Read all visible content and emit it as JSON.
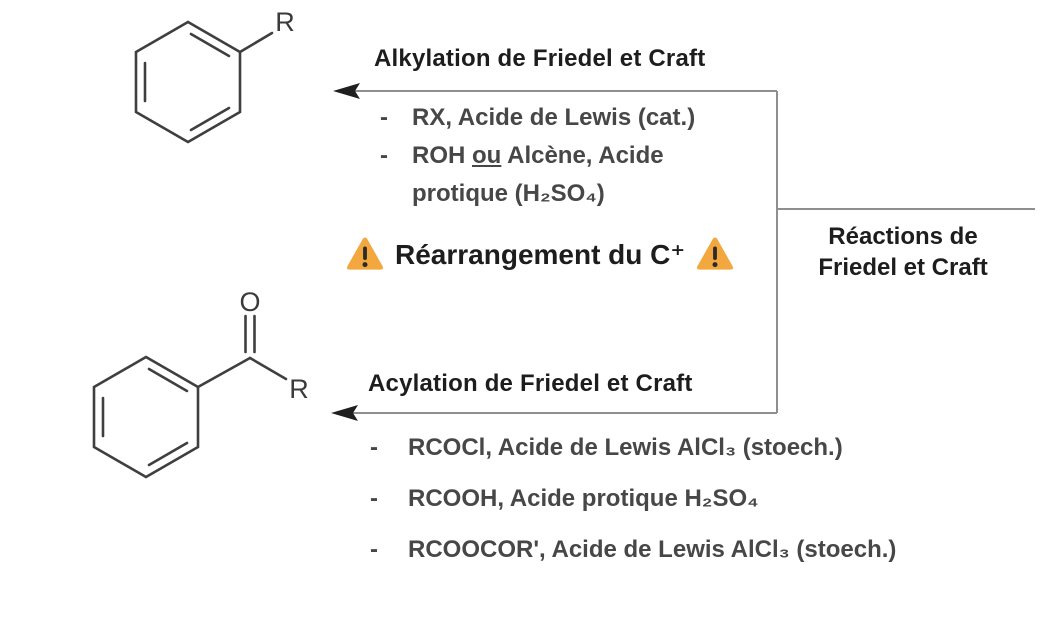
{
  "colors": {
    "bond": "#3f3f3f",
    "line_gray": "#8f8f8f",
    "arrow_black": "#1f1f1f",
    "atom_label": "#3a3a3a",
    "warning_fill": "#f2a73f",
    "warning_mark": "#2b2b2b"
  },
  "molecules": {
    "alkyl_product": {
      "substituent_label": "R"
    },
    "acyl_product": {
      "oxygen_label": "O",
      "substituent_label": "R"
    }
  },
  "alkylation": {
    "title": "Alkylation de Friedel et Craft",
    "marker": "-",
    "line1": "RX, Acide de Lewis (cat.)",
    "line2": {
      "pre": "ROH ",
      "underlined": "ou",
      "post": " Alcène, Acide"
    },
    "line3": "protique (H₂SO₄)",
    "warning": "Réarrangement du C⁺"
  },
  "acylation": {
    "title": "Acylation de Friedel et Craft",
    "marker": "-",
    "line1": "RCOCl, Acide de Lewis AlCl₃ (stoech.)",
    "line2": "RCOOH, Acide protique H₂SO₄",
    "line3": "RCOOCOR', Acide de Lewis AlCl₃ (stoech.)"
  },
  "category": {
    "line1": "Réactions de",
    "line2": "Friedel et Craft"
  }
}
